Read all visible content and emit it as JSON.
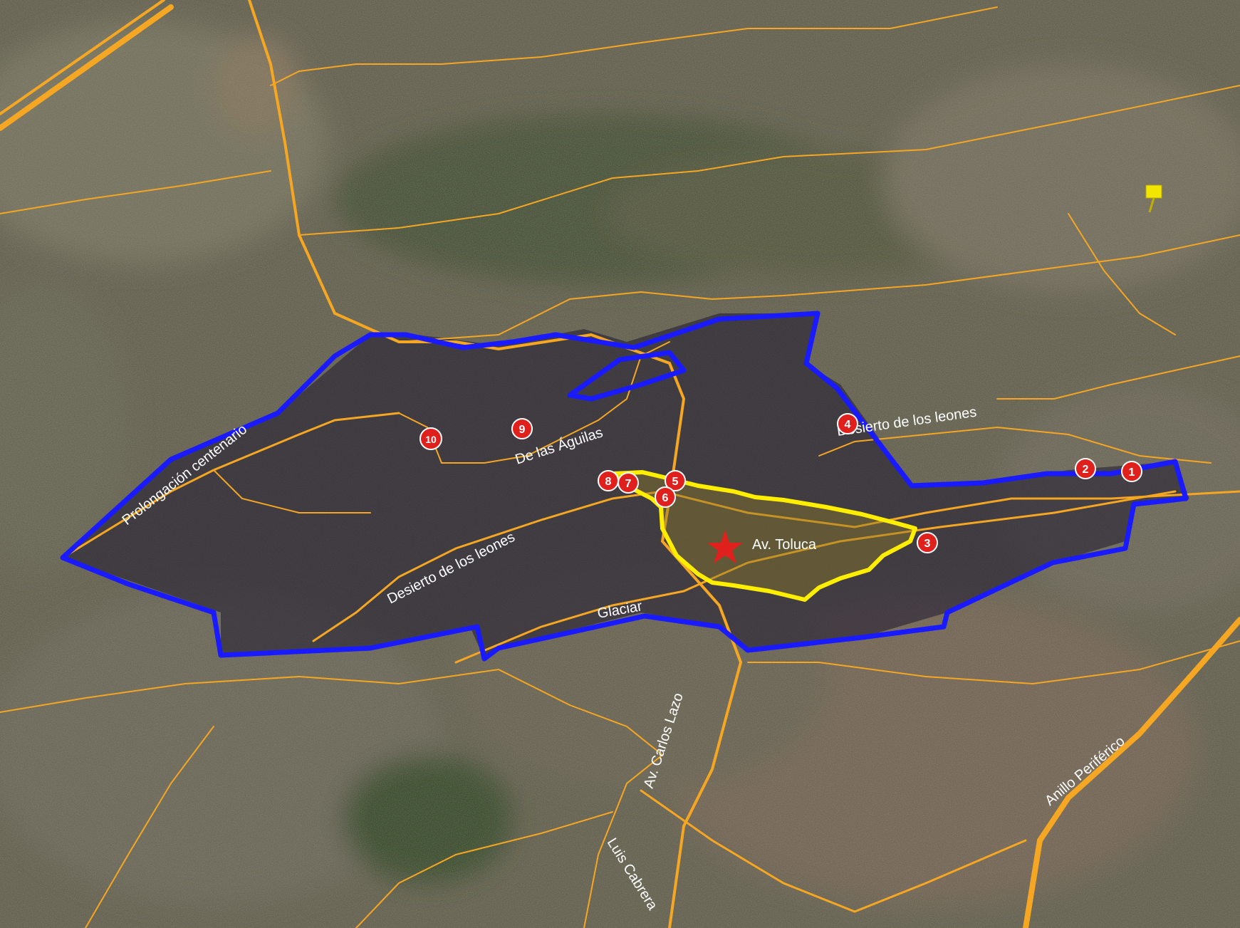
{
  "road_labels": {
    "prolongacion": "Prolongación centenario",
    "aguilas": "De las Águilas",
    "desierto_west": "Desierto de los leones",
    "desierto_east": "Desierto de los leones",
    "glaciar": "Glaciar",
    "carlos_lazo": "Av. Carlos Lazo",
    "luis_cabrera": "Luis Cabrera",
    "periferico": "Anillo Periférico"
  },
  "place": {
    "toluca": "Av. Toluca"
  },
  "markers": [
    "1",
    "2",
    "3",
    "4",
    "5",
    "6",
    "7",
    "8",
    "9",
    "10"
  ],
  "colors": {
    "area_outline": "#1a1aff",
    "focus_outline": "#ffee00",
    "road": "#f5a623",
    "marker_fill": "#e0201c",
    "star": "#e0201c"
  }
}
